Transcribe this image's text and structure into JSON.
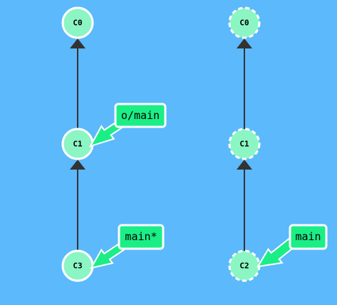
{
  "left_graph": {
    "commits": [
      "C0",
      "C1",
      "C3"
    ],
    "branches": [
      "o/main",
      "main*"
    ]
  },
  "right_graph": {
    "commits": [
      "C0",
      "C1",
      "C2"
    ],
    "branches": [
      "main"
    ]
  },
  "colors": {
    "background": "#5cb9fc",
    "commit_fill": "#8cf5c4",
    "branch_fill": "#1bee86",
    "edge": "#333333",
    "outline": "#ffffff"
  }
}
